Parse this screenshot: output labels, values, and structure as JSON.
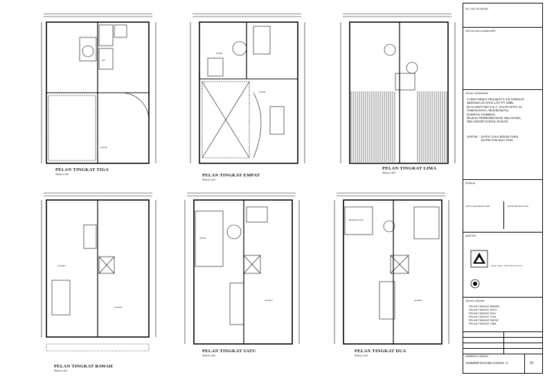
{
  "plans": [
    {
      "key": "tiga",
      "title": "PELAN  TINGKAT  TIGA",
      "scale": "SKALA 1:100"
    },
    {
      "key": "empat",
      "title": "PELAN  TINGKAT  EMPAT",
      "scale": "SKALA 1:100"
    },
    {
      "key": "lima",
      "title": "PELAN  TINGKAT  LIMA",
      "scale": "SKALA 1:100"
    },
    {
      "key": "bawah",
      "title": "PELAN  TINGKAT  BAWAH",
      "scale": "SKALA 1:100"
    },
    {
      "key": "satu",
      "title": "PELAN  TINGKAT  SATU",
      "scale": "SKALA 1:100"
    },
    {
      "key": "dua",
      "title": "PELAN  TINGKAT  DUA",
      "scale": "SKALA 1:100"
    }
  ],
  "room_labels": {
    "office": "OFFICE",
    "lift": "LIFT",
    "store": "STORE",
    "gallery": "GALLERY",
    "meeting": "MEETING ROOM",
    "wc": "W.C."
  },
  "title_block": {
    "file_no_label": "NO. FAIL RUJUKAN",
    "approval_label": "UNTUK KELULUSAN MPS",
    "project_label": "TAJUK CADANGAN",
    "project_text": "2 UNIT KEDAI PEJABAT 5 1/2 TINGKAT\nSEDIADA DI ATAS LOT PT 1985,\nDI ALAMAT NO 5 & 7, JALAN DAYA 11,\nTAMAN DAYA, MUKIM BATU,\nDAERAH GOMBAK,\nMAJLIS PERBANDARAN SELAYANG,\nSELANGOR DARUL EHSAN.",
    "for_label": "UNTUK :",
    "for_text": "DATO' CHAI BOON CHIN\nDATIN TAN BUA TIAN",
    "owner_label": "PEMILIK",
    "owner1": "DATO CHAI BOON CHIN",
    "owner2": "DATIN TAN BUA TIAN",
    "architect_label": "ARKITEK",
    "firm": "ARKITEK PROFESIONAL",
    "drawing_label": "TAJUK LUKISAN",
    "drawings": [
      "PELAN TINGKAT BAWAH",
      "PELAN TINGKAT SATU",
      "PELAN TINGKAT DUA",
      "PELAN TINGKAT TIGA",
      "PELAN TINGKAT EMPAT",
      "PELAN TINGKAT LIMA"
    ],
    "drawing_no_label": "NOMBOR LUKISAN",
    "drawing_no": "DDM/MPS/A/CBC/12/204 -A",
    "sheet_no": "01"
  }
}
